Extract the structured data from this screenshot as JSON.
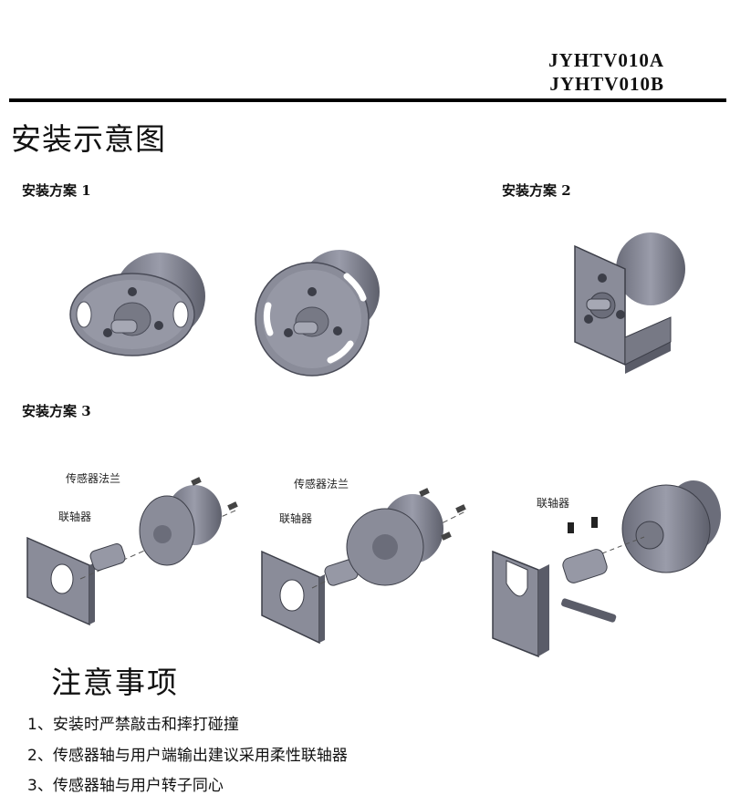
{
  "header": {
    "model_a": "JYHTV010A",
    "model_b": "JYHTV010B"
  },
  "page_title": "安装示意图",
  "plans": [
    {
      "label": "安装方案 1"
    },
    {
      "label": "安装方案 2"
    },
    {
      "label": "安装方案 3"
    }
  ],
  "callouts": {
    "flange_1": "传感器法兰",
    "coupling_1": "联轴器",
    "flange_2": "传感器法兰",
    "coupling_2": "联轴器",
    "coupling_3": "联轴器"
  },
  "notice": {
    "title": "注意事项",
    "items": [
      "1、安装时严禁敲击和摔打碰撞",
      "2、传感器轴与用户端输出建议采用柔性联轴器",
      "3、传感器轴与用户转子同心"
    ]
  },
  "colors": {
    "metal": "#8a8c99",
    "metal_dark": "#5a5c68",
    "metal_light": "#b8bac4",
    "ink": "#000000"
  }
}
